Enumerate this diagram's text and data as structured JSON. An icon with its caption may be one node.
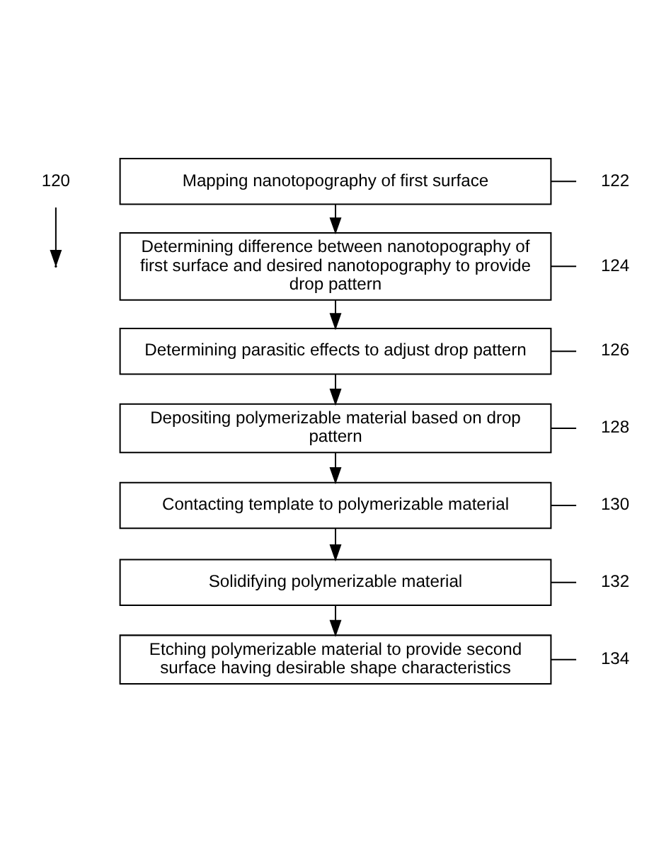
{
  "diagram": {
    "nodes": [
      {
        "text": [
          "120"
        ]
      },
      {
        "text": [
          "Mapping nanotopography of first surface"
        ]
      },
      {
        "text": [
          "122"
        ]
      },
      {
        "text": [
          "Determining difference between nanotopography of first surface and desired nanotopography to provide drop pattern"
        ]
      },
      {
        "text": [
          "124"
        ]
      },
      {
        "text": [
          "Determining parasitic effects to adjust drop pattern"
        ]
      },
      {
        "text": [
          "126"
        ]
      },
      {
        "text": [
          "Depositing polymerizable material based on drop pattern"
        ]
      },
      {
        "text": [
          "128"
        ]
      },
      {
        "text": [
          "Contacting template to polymerizable material"
        ]
      },
      {
        "text": [
          "130"
        ]
      },
      {
        "text": [
          "Solidifying polymerizable material"
        ]
      },
      {
        "text": [
          "132"
        ]
      },
      {
        "text": [
          "Etching polymerizable material to provide second surface having desirable shape characteristics"
        ]
      },
      {
        "text": [
          "134"
        ]
      }
    ],
    "edges": [
      {
        "from": 0,
        "to": null,
        "arrow": "to"
      },
      {
        "from": 1,
        "to": 3,
        "arrow": "to"
      },
      {
        "from": 3,
        "to": 5,
        "arrow": "to"
      },
      {
        "from": 5,
        "to": 7,
        "arrow": "to"
      },
      {
        "from": 7,
        "to": 9,
        "arrow": "to"
      },
      {
        "from": 9,
        "to": 11,
        "arrow": "to"
      },
      {
        "from": 11,
        "to": 13,
        "arrow": "to"
      },
      {
        "from": 1,
        "to": 2,
        "arrow": "none"
      },
      {
        "from": 3,
        "to": 4,
        "arrow": "none"
      },
      {
        "from": 5,
        "to": 6,
        "arrow": "none"
      },
      {
        "from": 7,
        "to": 8,
        "arrow": "none"
      },
      {
        "from": 9,
        "to": 10,
        "arrow": "none"
      },
      {
        "from": 11,
        "to": 12,
        "arrow": "none"
      },
      {
        "from": 13,
        "to": 14,
        "arrow": "none"
      }
    ]
  }
}
